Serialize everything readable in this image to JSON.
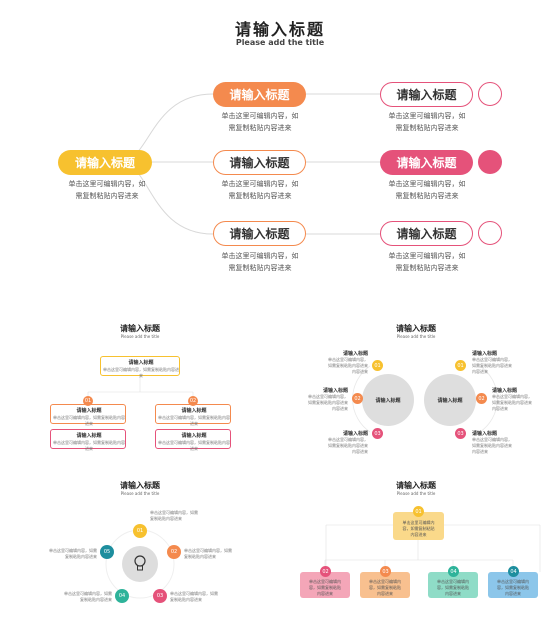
{
  "main": {
    "title": "请输入标题",
    "subtitle": "Please add the title",
    "node_label": "请输入标题",
    "desc_line1": "单击这里可编辑内容，如",
    "desc_line2": "需复制粘贴内容进来"
  },
  "thumb_org": {
    "title": "请输入标题",
    "subtitle": "Please add the title",
    "node_label": "请输入标题",
    "desc": "单击这里可编辑内容，如需复制粘贴内容进来",
    "badges": [
      "01",
      "02"
    ]
  },
  "thumb_circles": {
    "title": "请输入标题",
    "subtitle": "Please add the title",
    "center_label": "请输入标题",
    "item_label": "请输入标题",
    "desc_line1": "单击这里可编辑内容，",
    "desc_line2": "如需复制粘贴内容进来",
    "desc_line3": "内容进来",
    "badges": [
      "01",
      "02",
      "03"
    ]
  },
  "thumb_cycle": {
    "title": "请输入标题",
    "subtitle": "Please add the title",
    "desc_line1": "单击这里可编辑内容，如需",
    "desc_line2": "复制粘贴内容进来",
    "badges": [
      "01",
      "02",
      "03",
      "04",
      "05"
    ]
  },
  "thumb_tree": {
    "title": "请输入标题",
    "subtitle": "Please add the title",
    "desc_line1": "单击这里可编辑内",
    "desc_line2": "容，如需复制粘贴",
    "desc_line3": "内容进来",
    "badges": [
      "01",
      "02",
      "03",
      "04",
      "04"
    ]
  },
  "colors": {
    "yellow": "#F7C12F",
    "orange": "#F48A4E",
    "pink": "#E5527A",
    "teal": "#1D8E9E",
    "green": "#2EB39A",
    "blue": "#2E8CD0",
    "line": "#D8D8D8"
  }
}
